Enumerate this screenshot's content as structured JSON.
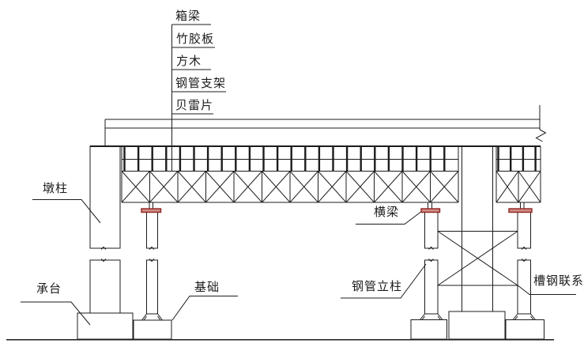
{
  "drawing": {
    "type_note": "bridge falsework elevation drawing"
  },
  "colors": {
    "line": "#1c1c1c",
    "bearing_fill": "#cf8a86",
    "bearing_edge": "#8f2420",
    "background": "#ffffff"
  },
  "callout_stack": {
    "items": [
      {
        "label": "箱梁"
      },
      {
        "label": "竹胶板"
      },
      {
        "label": "方木"
      },
      {
        "label": "钢管支架"
      },
      {
        "label": "贝雷片"
      }
    ]
  },
  "part_labels": {
    "pier_column": "墩柱",
    "pile_cap": "承台",
    "foundation": "基础",
    "cross_beam": "横梁",
    "steel_pipe_column": "钢管立柱",
    "channel_steel_bracing": "槽钢联系"
  },
  "structure": {
    "bailey_left_panels": 12,
    "bailey_right_panels": 2,
    "timber_left_count": 24,
    "timber_left_start_x": 157.5,
    "timber_left_spacing": 17.6,
    "timber_right_count": 4,
    "timber_right_start_x": 630.5,
    "timber_right_spacing": 15.7
  }
}
